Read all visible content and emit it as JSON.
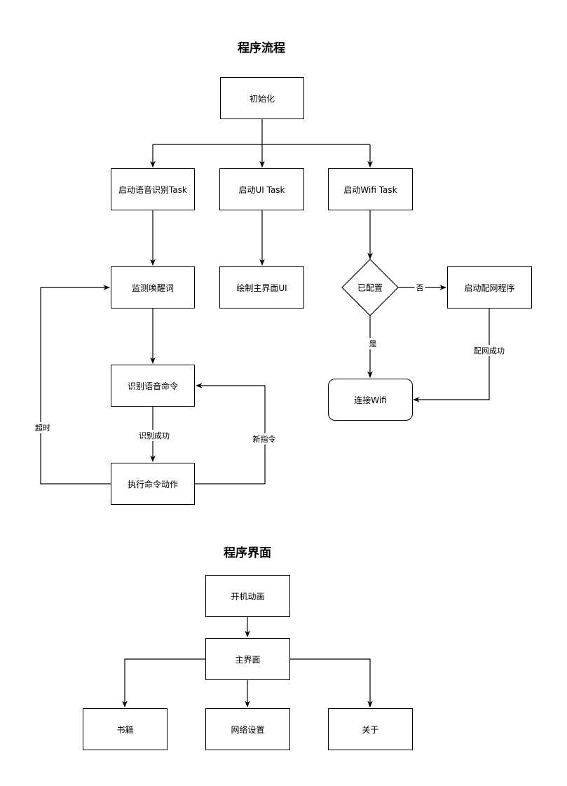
{
  "flow": {
    "title": "程序流程",
    "nodes": {
      "init": "初始化",
      "voice_task": "启动语音识别Task",
      "ui_task": "启动UI Task",
      "wifi_task": "启动Wifi Task",
      "wake_word": "监测唤醒词",
      "draw_ui": "绘制主界面UI",
      "configured": "已配置",
      "start_config": "启动配网程序",
      "recognize": "识别语音命令",
      "connect_wifi": "连接Wifi",
      "execute": "执行命令动作"
    },
    "edges": {
      "no": "否",
      "yes": "是",
      "config_ok": "配网成功",
      "recognized": "识别成功",
      "timeout": "超时",
      "new_cmd": "新指令"
    }
  },
  "ui": {
    "title": "程序界面",
    "nodes": {
      "boot_anim": "开机动画",
      "main": "主界面",
      "books": "书籍",
      "network": "网络设置",
      "about": "关于"
    }
  }
}
